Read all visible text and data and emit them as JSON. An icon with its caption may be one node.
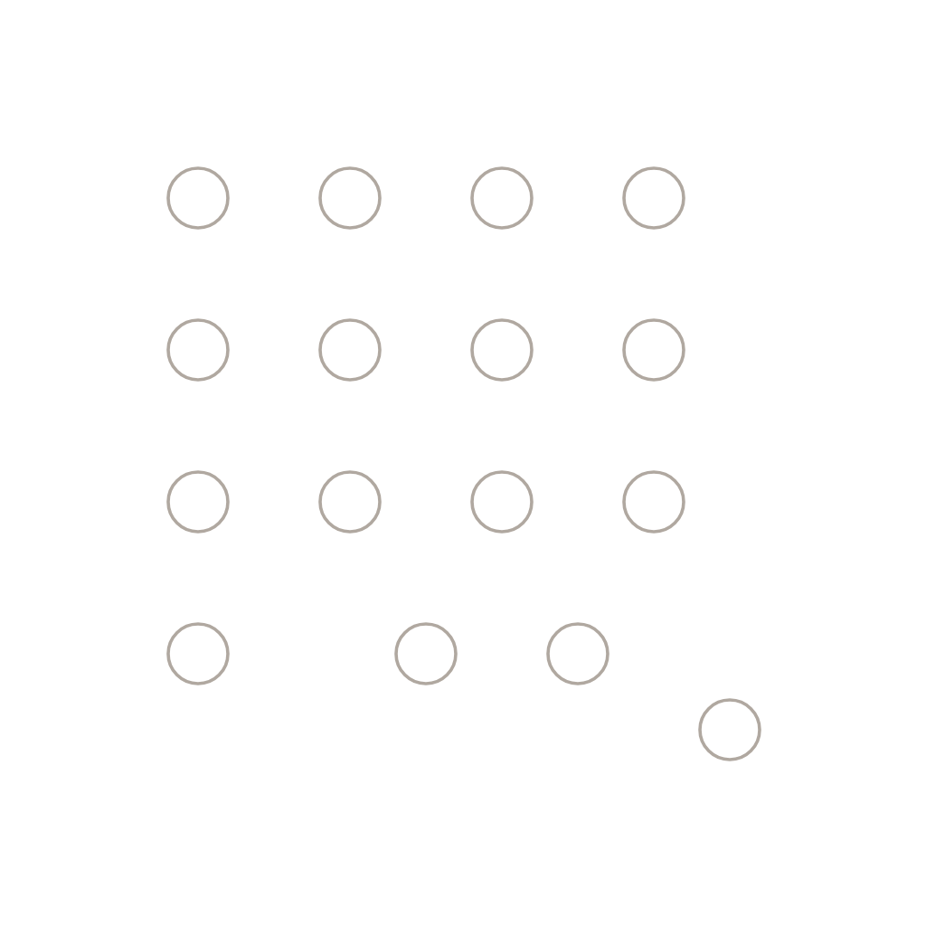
{
  "diagram": {
    "nodes": [
      {
        "text": [],
        "shape": "circle"
      },
      {
        "text": [],
        "shape": "circle"
      },
      {
        "text": [],
        "shape": "circle"
      },
      {
        "text": [],
        "shape": "circle"
      },
      {
        "text": [],
        "shape": "circle"
      },
      {
        "text": [],
        "shape": "circle"
      },
      {
        "text": [],
        "shape": "circle"
      },
      {
        "text": [],
        "shape": "circle"
      },
      {
        "text": [],
        "shape": "circle"
      },
      {
        "text": [],
        "shape": "circle"
      },
      {
        "text": [],
        "shape": "circle"
      },
      {
        "text": [],
        "shape": "circle"
      },
      {
        "text": [],
        "shape": "circle"
      },
      {
        "text": [],
        "shape": "circle"
      },
      {
        "text": [],
        "shape": "circle"
      },
      {
        "text": [],
        "shape": "circle"
      }
    ]
  }
}
